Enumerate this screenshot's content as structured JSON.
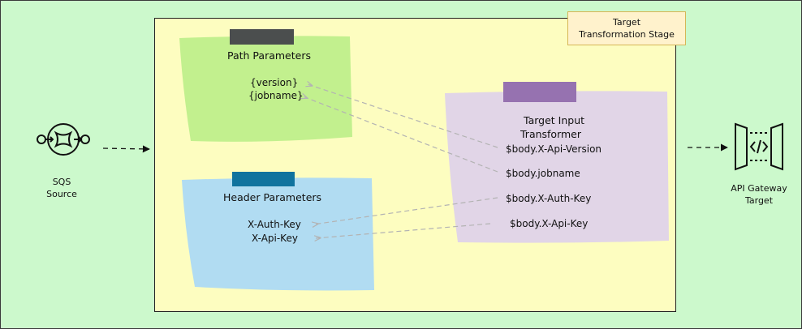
{
  "stage": {
    "label_line1": "Target",
    "label_line2": "Transformation Stage"
  },
  "path_parameters": {
    "title": "Path Parameters",
    "items": [
      "{version}",
      "{jobname}"
    ]
  },
  "header_parameters": {
    "title": "Header Parameters",
    "items": [
      "X-Auth-Key",
      "X-Api-Key"
    ]
  },
  "target_input_transformer": {
    "title_line1": "Target Input",
    "title_line2": "Transformer",
    "items": [
      "$body.X-Api-Version",
      "$body.jobname",
      "$body.X-Auth-Key",
      "$body.X-Api-Key"
    ]
  },
  "source": {
    "label_line1": "SQS",
    "label_line2": "Source",
    "icon": "sqs-queue-icon"
  },
  "target": {
    "label_line1": "API Gateway",
    "label_line2": "Target",
    "icon": "api-gateway-icon"
  },
  "colors": {
    "background": "#ccf9cc",
    "stage": "#fdfdc0",
    "stage_label": "#fff2cc",
    "path_note": "#c2f08e",
    "header_note": "#b1dcf2",
    "transformer_note": "#e1d5e7",
    "path_tape": "#4b4e4e",
    "header_tape": "#10739e",
    "transformer_tape": "#9672b0"
  }
}
